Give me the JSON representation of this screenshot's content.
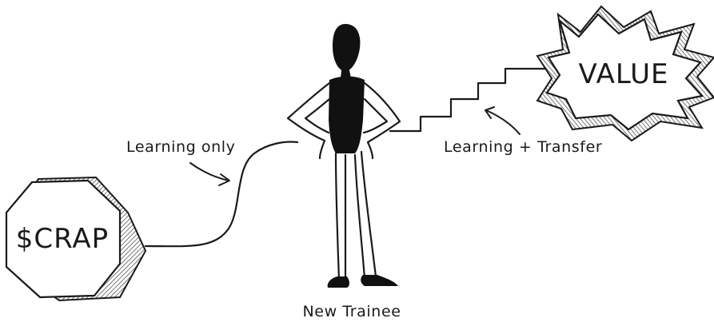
{
  "labels": {
    "crap": "$CRAP",
    "value": "VALUE",
    "learning_only": "Learning only",
    "learning_transfer": "Learning + Transfer",
    "new_trainee": "New Trainee"
  }
}
